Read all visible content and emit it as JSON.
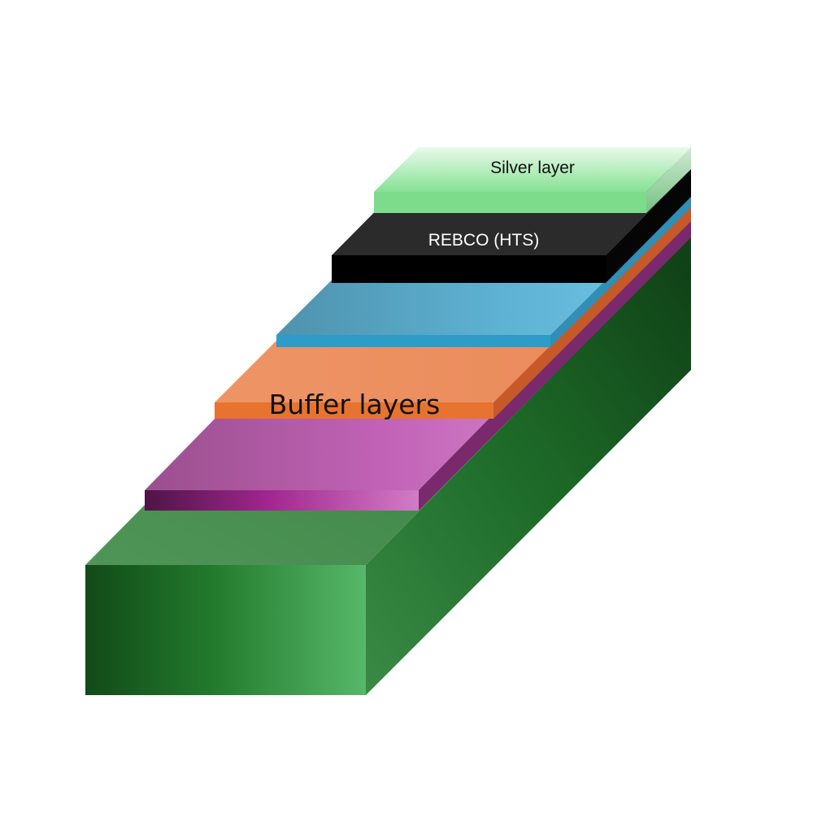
{
  "layers": {
    "silver": {
      "label": "Silver layer",
      "color": "#7fdd8e"
    },
    "rebco": {
      "label": "REBCO (HTS)",
      "color": "#1c1c1c"
    },
    "buffer_top": {
      "color": "#5fb6d9"
    },
    "buffer_mid": {
      "color": "#ea8b59"
    },
    "buffer_bottom": {
      "color": "#c364b8"
    },
    "buffer_label": "Buffer layers",
    "substrate": {
      "color": "#1f7a2e"
    }
  }
}
